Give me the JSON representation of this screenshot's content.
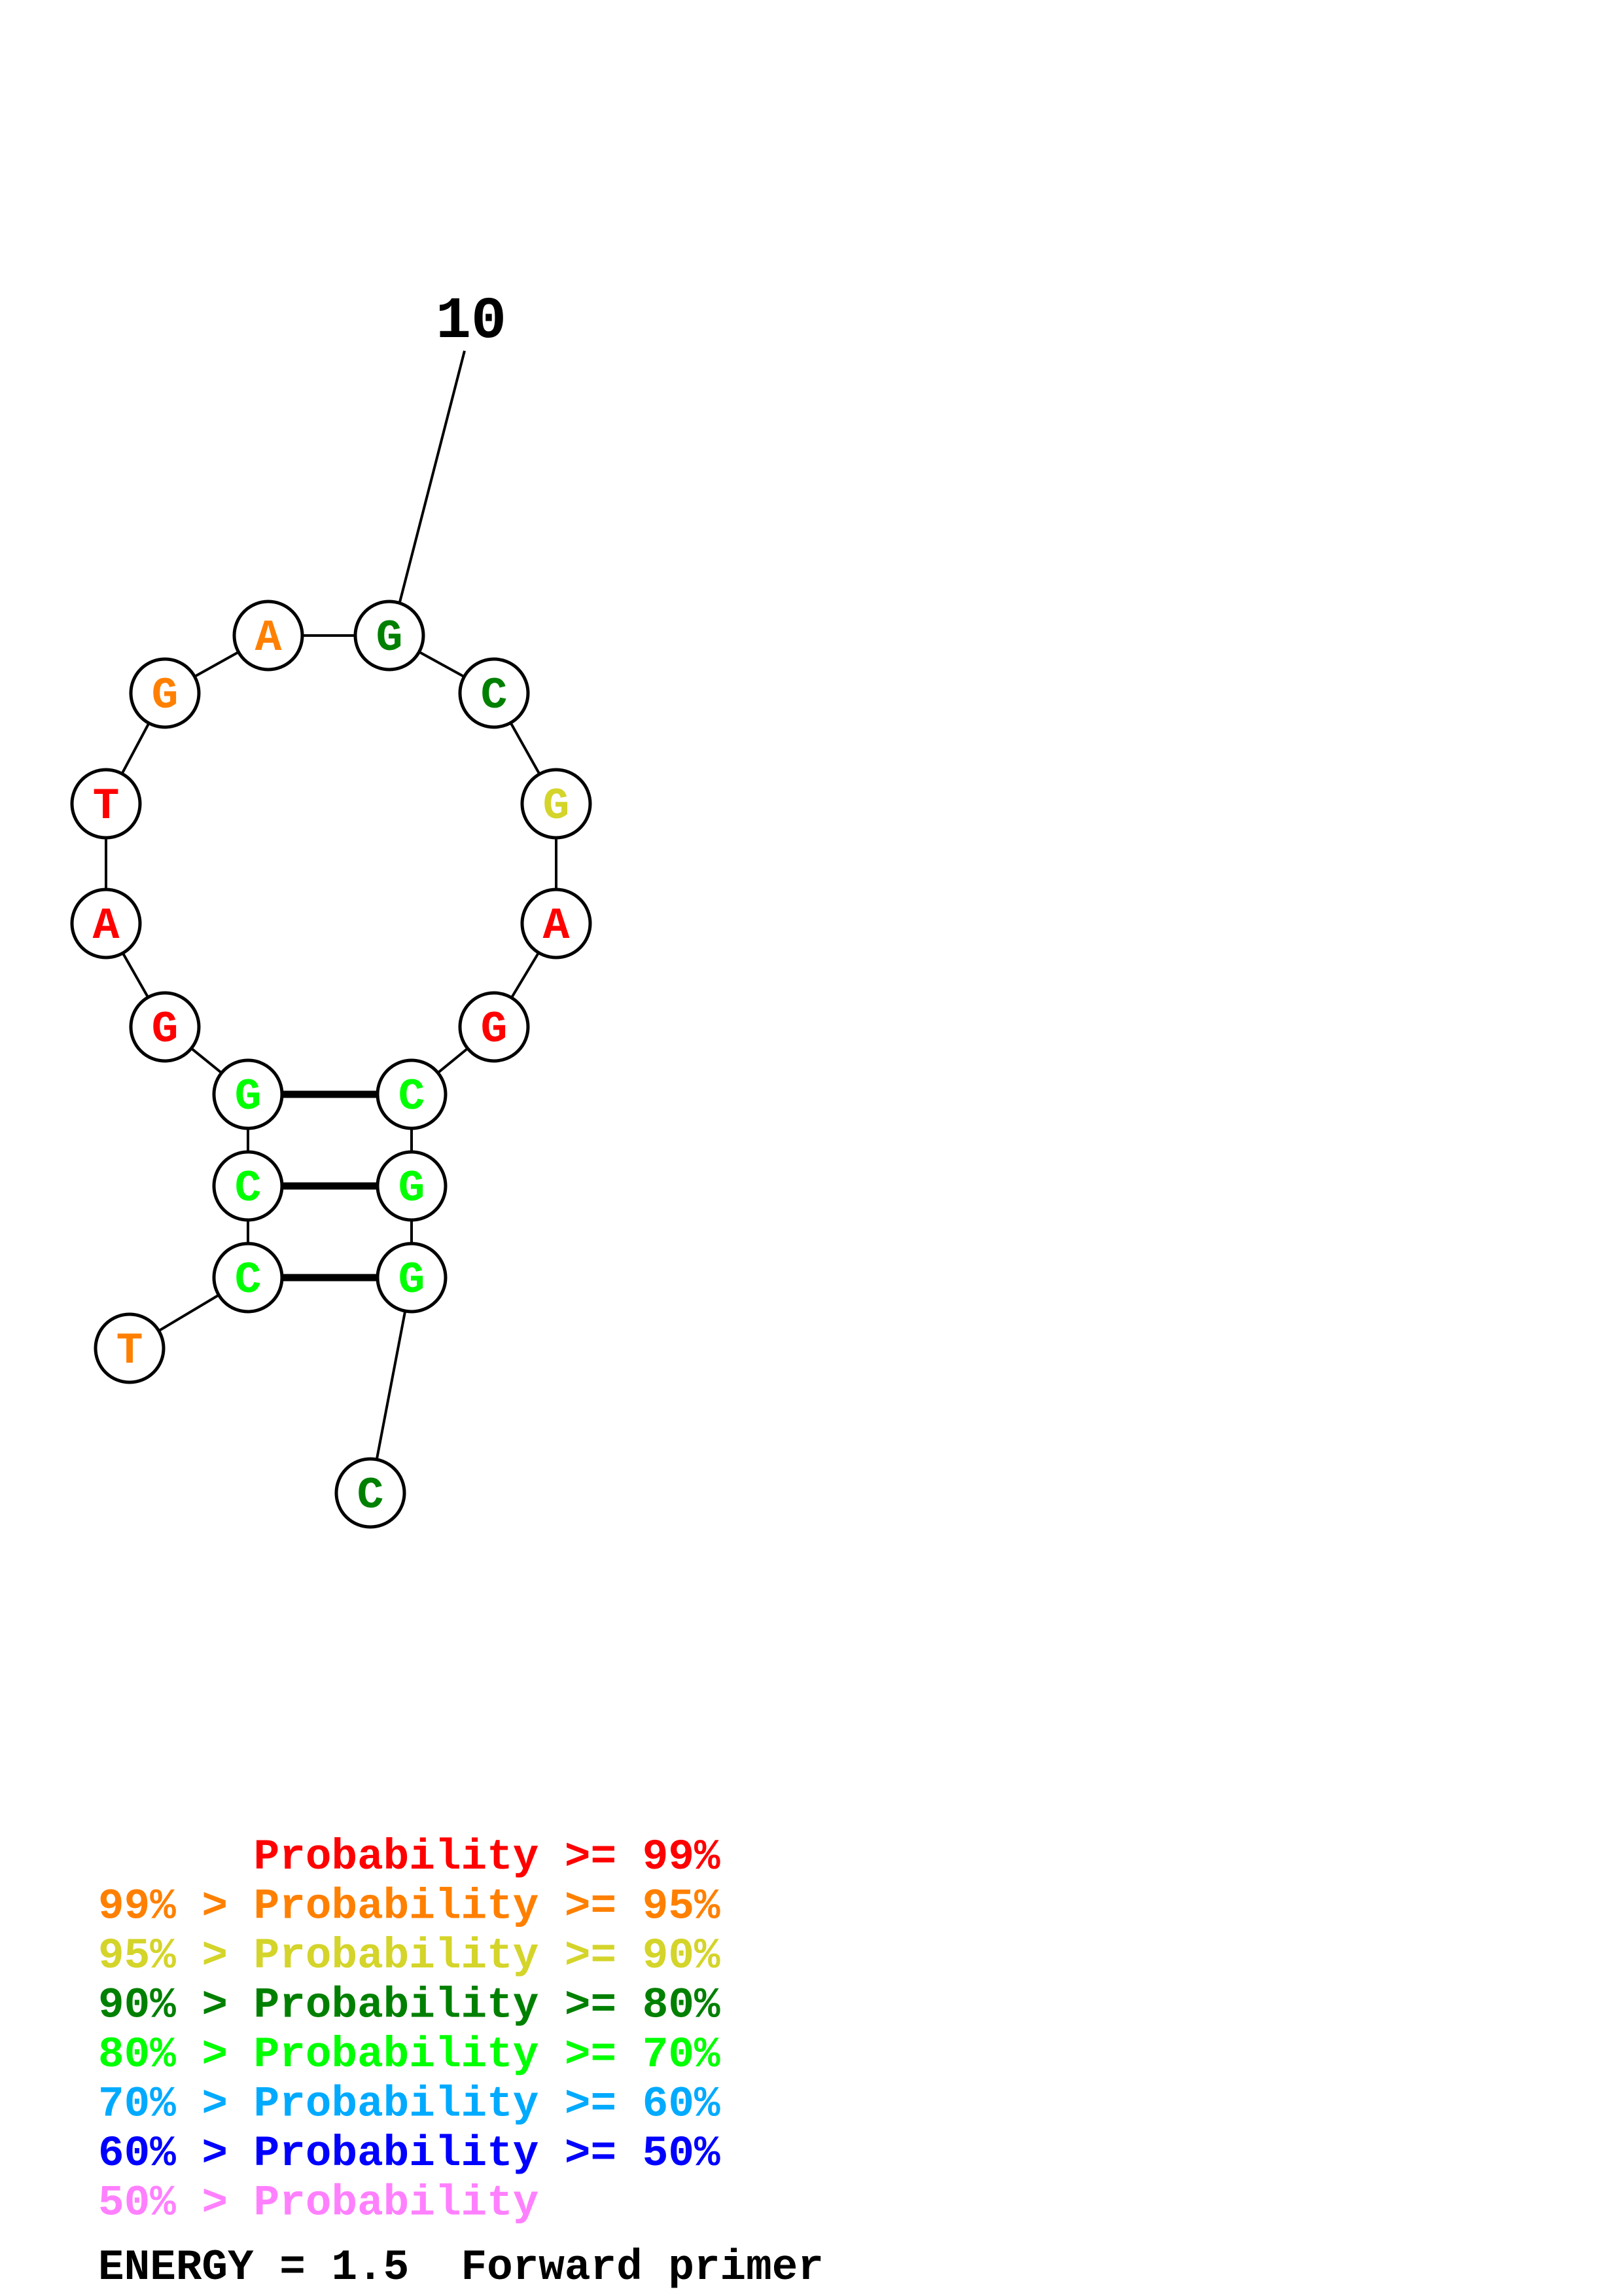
{
  "colors": {
    "p99": "#ff0000",
    "p95": "#ff8000",
    "p90": "#d4d42a",
    "p80": "#008000",
    "p70": "#00ff00",
    "p60": "#00aaff",
    "p50": "#0000ff",
    "plow": "#ff80ff"
  },
  "structure": {
    "sequence": [
      "T",
      "C",
      "C",
      "G",
      "G",
      "A",
      "T",
      "G",
      "A",
      "G",
      "C",
      "G",
      "A",
      "G",
      "C",
      "G",
      "G",
      "C"
    ],
    "probability_class": [
      "p95",
      "p70",
      "p70",
      "p70",
      "p99",
      "p99",
      "p99",
      "p95",
      "p95",
      "p80",
      "p80",
      "p90",
      "p99",
      "p99",
      "p70",
      "p70",
      "p70",
      "p80"
    ],
    "pairs": [
      [
        2,
        17
      ],
      [
        3,
        16
      ],
      [
        4,
        15
      ]
    ],
    "position_label": "10",
    "position_label_index": 10
  },
  "legend": [
    {
      "text": "      Probability >= 99%",
      "cls": "p99"
    },
    {
      "text": "99% > Probability >= 95%",
      "cls": "p95"
    },
    {
      "text": "95% > Probability >= 90%",
      "cls": "p90"
    },
    {
      "text": "90% > Probability >= 80%",
      "cls": "p80"
    },
    {
      "text": "80% > Probability >= 70%",
      "cls": "p70"
    },
    {
      "text": "70% > Probability >= 60%",
      "cls": "p60"
    },
    {
      "text": "60% > Probability >= 50%",
      "cls": "p50"
    },
    {
      "text": "50% > Probability",
      "cls": "plow"
    }
  ],
  "footer": "ENERGY = 1.5  Forward primer"
}
